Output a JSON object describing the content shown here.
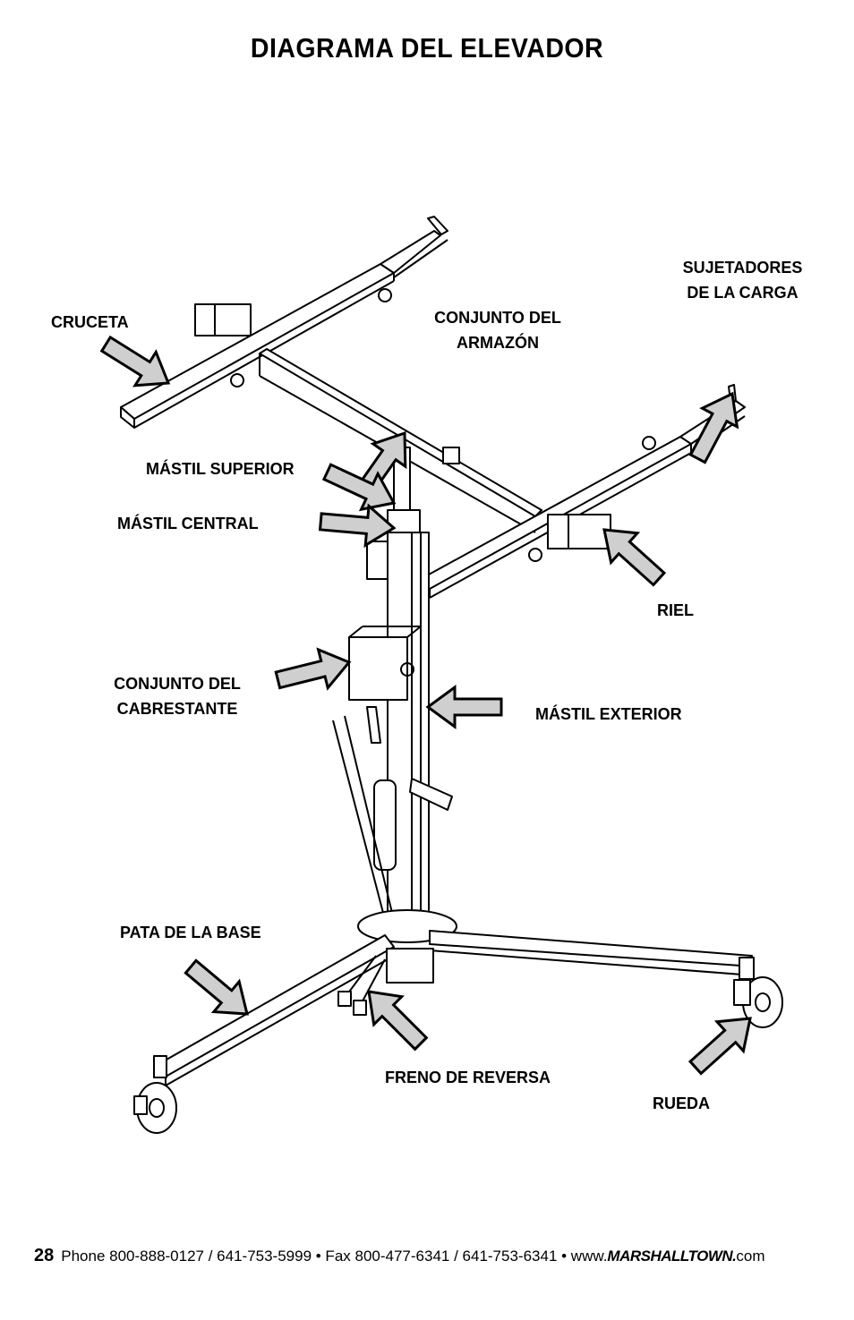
{
  "page": {
    "title": "DIAGRAMA DEL ELEVADOR"
  },
  "labels": {
    "cruceta": "CRUCETA",
    "conjunto_armazon_1": "CONJUNTO DEL",
    "conjunto_armazon_2": "ARMAZÓN",
    "sujetadores_1": "SUJETADORES",
    "sujetadores_2": "DE LA CARGA",
    "mastil_superior": "MÁSTIL SUPERIOR",
    "mastil_central": "MÁSTIL CENTRAL",
    "riel": "RIEL",
    "cabrestante_1": "CONJUNTO DEL",
    "cabrestante_2": "CABRESTANTE",
    "mastil_exterior": "MÁSTIL EXTERIOR",
    "pata_base": "PATA DE LA BASE",
    "freno_reversa": "FRENO DE REVERSA",
    "rueda": "RUEDA"
  },
  "footer": {
    "page_number": "28",
    "contact": "Phone 800-888-0127 / 641-753-5999 • Fax 800-477-6341 / 641-753-6341  • www.",
    "brand": "MARSHALLTOWN.",
    "domain_suffix": "com"
  }
}
